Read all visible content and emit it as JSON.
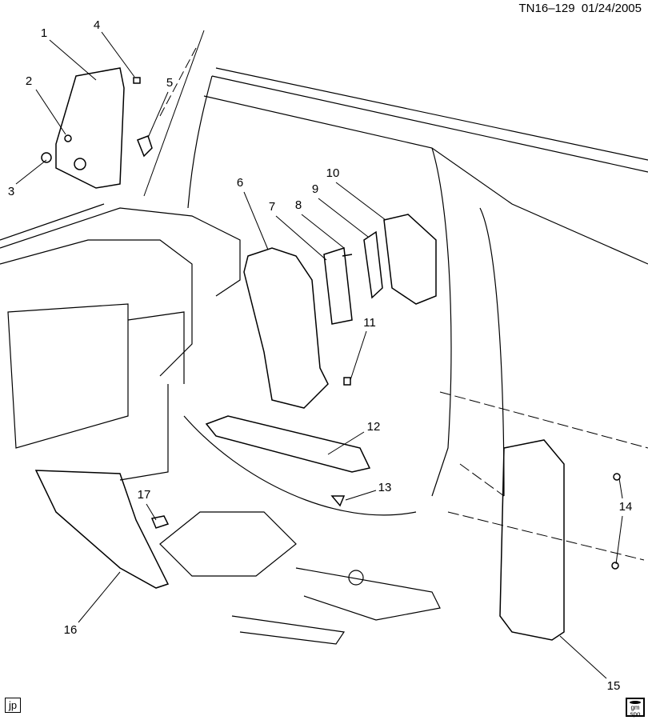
{
  "header": {
    "drawing_id": "TN16–129",
    "date": "01/24/2005"
  },
  "callouts": [
    "1",
    "2",
    "3",
    "4",
    "5",
    "6",
    "7",
    "8",
    "9",
    "10",
    "11",
    "12",
    "13",
    "14",
    "15",
    "16",
    "17"
  ],
  "footer": {
    "author_initials": "jp",
    "logo_text": "gm spo"
  }
}
